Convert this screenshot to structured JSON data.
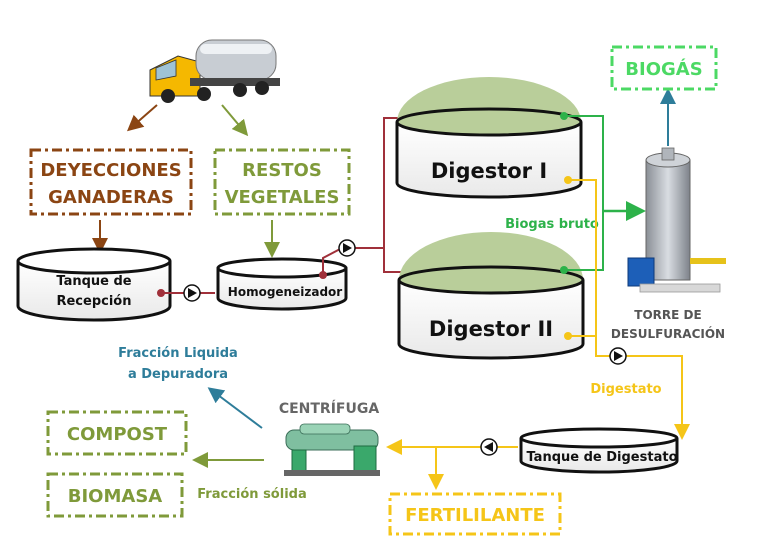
{
  "boxes": {
    "deyecciones_line1": "DEYECCIONES",
    "deyecciones_line2": "GANADERAS",
    "restos_line1": "RESTOS",
    "restos_line2": "VEGETALES",
    "biogas": "BIOGÁS",
    "compost": "COMPOST",
    "biomasa": "BIOMASA",
    "fertililante": "FERTILILANTE"
  },
  "tanks": {
    "recepcion_line1": "Tanque de",
    "recepcion_line2": "Recepción",
    "homogeneizador": "Homogeneizador",
    "digestor1": "Digestor I",
    "digestor2": "Digestor II",
    "digestato": "Tanque de Digestato"
  },
  "labels": {
    "biogas_bruto": "Biogas bruto",
    "torre_line1": "TORRE DE",
    "torre_line2": "DESULFURACIÓN",
    "digestato": "Digestato",
    "centrifuga": "CENTRÍFUGA",
    "fraccion_liquida_line1": "Fracción Liquida",
    "fraccion_liquida_line2": "a Depuradora",
    "fraccion_solida": "Fracción sólida"
  },
  "colors": {
    "brown": "#8B4513",
    "olive": "#7F9A3A",
    "green": "#2DB24A",
    "bright_green": "#4CD964",
    "yellow": "#F5C518",
    "maroon": "#A0303A",
    "teal": "#2E7D9A",
    "dome": "#B9CE9A"
  }
}
